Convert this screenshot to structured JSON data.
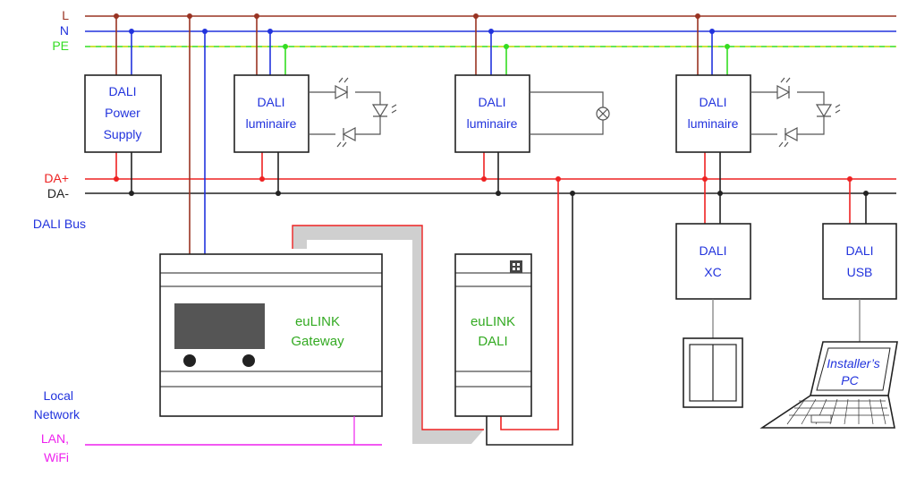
{
  "colors": {
    "L": "#993322",
    "N": "#2233dd",
    "PE": "#33dd22",
    "PE_dash": "#dddd22",
    "DA_plus": "#ee2222",
    "DA_minus": "#222222",
    "blue_text": "#2233dd",
    "green_text": "#33aa22",
    "magenta": "#ee22ee"
  },
  "bus_labels": {
    "L": "L",
    "N": "N",
    "PE": "PE",
    "da_plus": "DA+",
    "da_minus": "DA-",
    "dali_bus": "DALI Bus",
    "local_network_1": "Local",
    "local_network_2": "Network",
    "lan_1": "LAN,",
    "lan_2": "WiFi"
  },
  "power_supply": {
    "line1": "DALI",
    "line2": "Power",
    "line3": "Supply"
  },
  "luminaires": [
    {
      "line1": "DALI",
      "line2": "luminaire",
      "load": "LED pair"
    },
    {
      "line1": "DALI",
      "line2": "luminaire",
      "load": "lamp"
    },
    {
      "line1": "DALI",
      "line2": "luminaire",
      "load": "LED pair"
    }
  ],
  "gateway": {
    "line1": "euLINK",
    "line2": "Gateway"
  },
  "eulink_dali": {
    "line1": "euLINK",
    "line2": "DALI"
  },
  "dali_xc": {
    "line1": "DALI",
    "line2": "XC"
  },
  "dali_usb": {
    "line1": "DALI",
    "line2": "USB"
  },
  "pc": {
    "line1": "Installer’s",
    "line2": "PC"
  }
}
